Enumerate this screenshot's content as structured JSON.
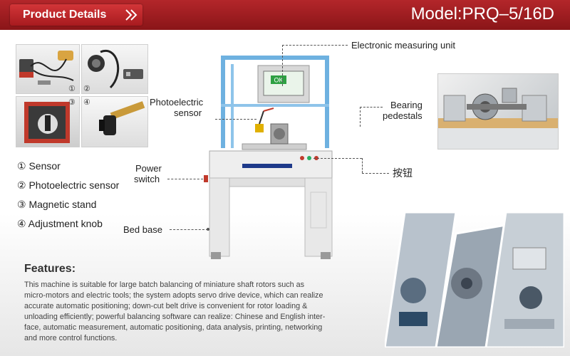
{
  "header": {
    "tab_label": "Product Details",
    "model": "Model:PRQ–5/16D"
  },
  "photos": {
    "numbers": [
      "①",
      "②",
      "③",
      "④"
    ]
  },
  "legend": {
    "items": [
      "① Sensor",
      "② Photoelectric sensor",
      "③ Magnetic stand",
      "④ Adjustment knob"
    ]
  },
  "callouts": {
    "electronic_measuring_unit": "Electronic measuring unit",
    "photoelectric_line1": "Photoelectric",
    "photoelectric_line2": "sensor",
    "bearing_line1": "Bearing",
    "bearing_line2": "pedestals",
    "button": "按钮",
    "power_line1": "Power",
    "power_line2": "switch",
    "bed_base": "Bed base"
  },
  "screen": {
    "ok_text": "OK"
  },
  "features": {
    "title": "Features:",
    "lines": [
      "This machine is suitable for large batch balancing of miniature shaft rotors such as",
      "micro-motors and electric tools; the system adopts servo drive device, which can realize",
      "accurate automatic positioning; down-cut belt drive is convenient for rotor loading &",
      "unloading efficiently; powerful balancing software can realize: Chinese and English inter-",
      "face, automatic measurement, automatic positioning, data analysis, printing, networking",
      "and more control functions."
    ]
  },
  "colors": {
    "header_red": "#9e1c20",
    "tab_red": "#c42a2e",
    "frame_blue": "#5aa3d6"
  }
}
